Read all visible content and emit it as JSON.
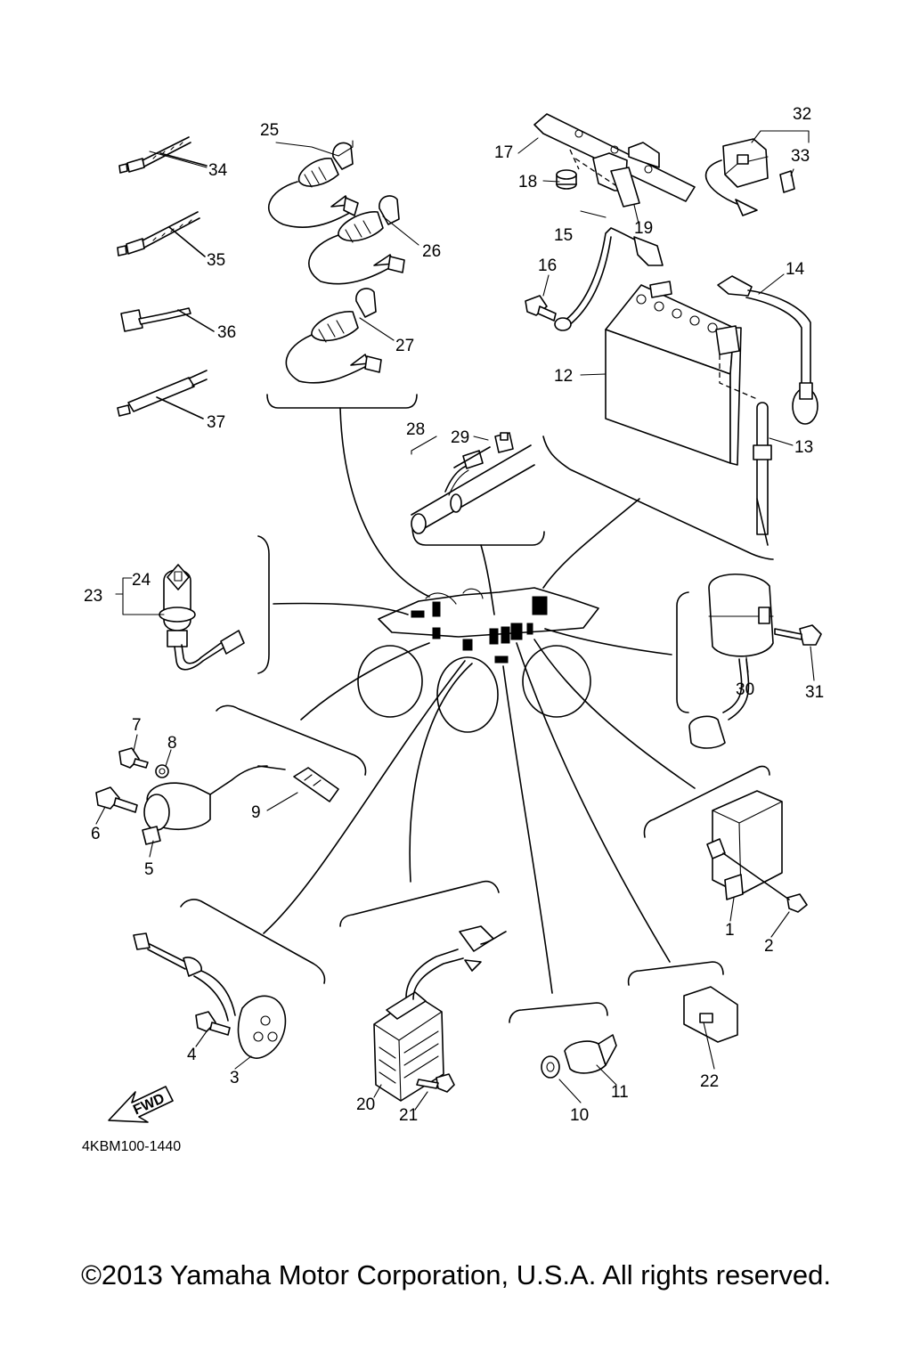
{
  "diagram": {
    "code": "4KBM100-1440",
    "fwd_label": "FWD",
    "callouts": {
      "c1": "1",
      "c2": "2",
      "c3": "3",
      "c4": "4",
      "c5": "5",
      "c6": "6",
      "c7": "7",
      "c8": "8",
      "c9": "9",
      "c10": "10",
      "c11": "11",
      "c12": "12",
      "c13": "13",
      "c14": "14",
      "c15": "15",
      "c16": "16",
      "c17": "17",
      "c18": "18",
      "c19": "19",
      "c20": "20",
      "c21": "21",
      "c22": "22",
      "c23": "23",
      "c24": "24",
      "c25": "25",
      "c26": "26",
      "c27": "27",
      "c28": "28",
      "c29": "29",
      "c30": "30",
      "c31": "31",
      "c32": "32",
      "c33": "33",
      "c34": "34",
      "c35": "35",
      "c36": "36",
      "c37": "37"
    }
  },
  "footer": {
    "copyright": "©2013 Yamaha Motor Corporation, U.S.A. All rights reserved."
  }
}
